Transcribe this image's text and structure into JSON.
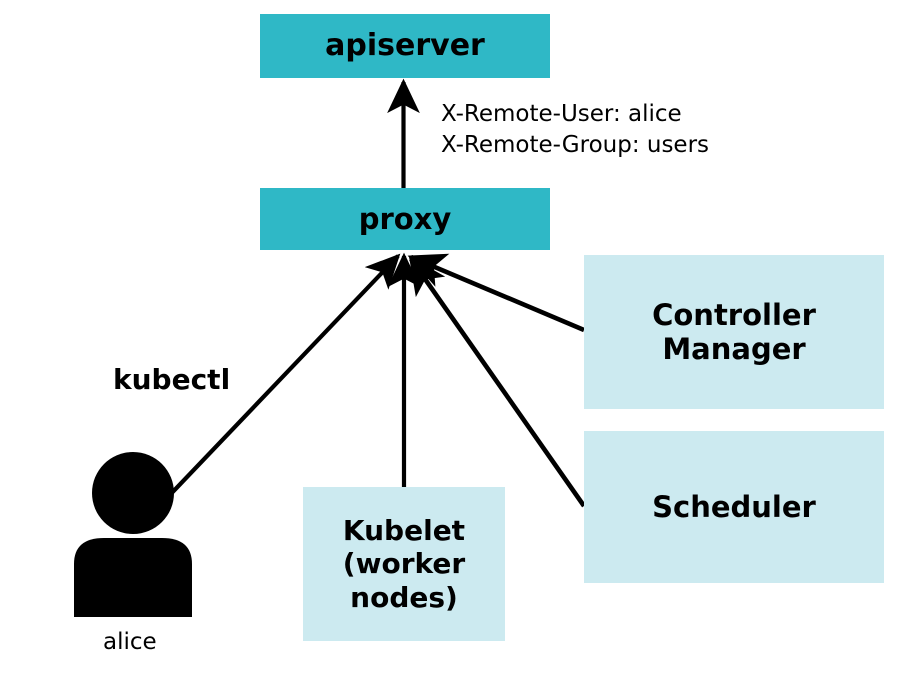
{
  "diagram": {
    "title": "Kubernetes authenticating proxy request flow",
    "colors": {
      "teal": "#2fb8c6",
      "light_blue": "#cceaf0",
      "stroke": "#000000",
      "background": "#ffffff"
    },
    "nodes": {
      "apiserver": {
        "label": "apiserver",
        "fill": "#2fb8c6"
      },
      "proxy": {
        "label": "proxy",
        "fill": "#2fb8c6"
      },
      "controller_manager": {
        "label": "Controller\nManager",
        "fill": "#cceaf0"
      },
      "scheduler": {
        "label": "Scheduler",
        "fill": "#cceaf0"
      },
      "kubelet": {
        "label": "Kubelet\n(worker\nnodes)",
        "fill": "#cceaf0"
      }
    },
    "labels": {
      "headers": "X-Remote-User: alice\nX-Remote-Group: users",
      "kubectl": "kubectl",
      "alice": "alice"
    },
    "edges": [
      {
        "from": "proxy",
        "to": "apiserver",
        "annotation": "X-Remote-User: alice\nX-Remote-Group: users"
      },
      {
        "from": "alice",
        "to": "proxy",
        "annotation": "kubectl"
      },
      {
        "from": "kubelet",
        "to": "proxy",
        "annotation": ""
      },
      {
        "from": "controller_manager",
        "to": "proxy",
        "annotation": ""
      },
      {
        "from": "scheduler",
        "to": "proxy",
        "annotation": ""
      }
    ]
  }
}
